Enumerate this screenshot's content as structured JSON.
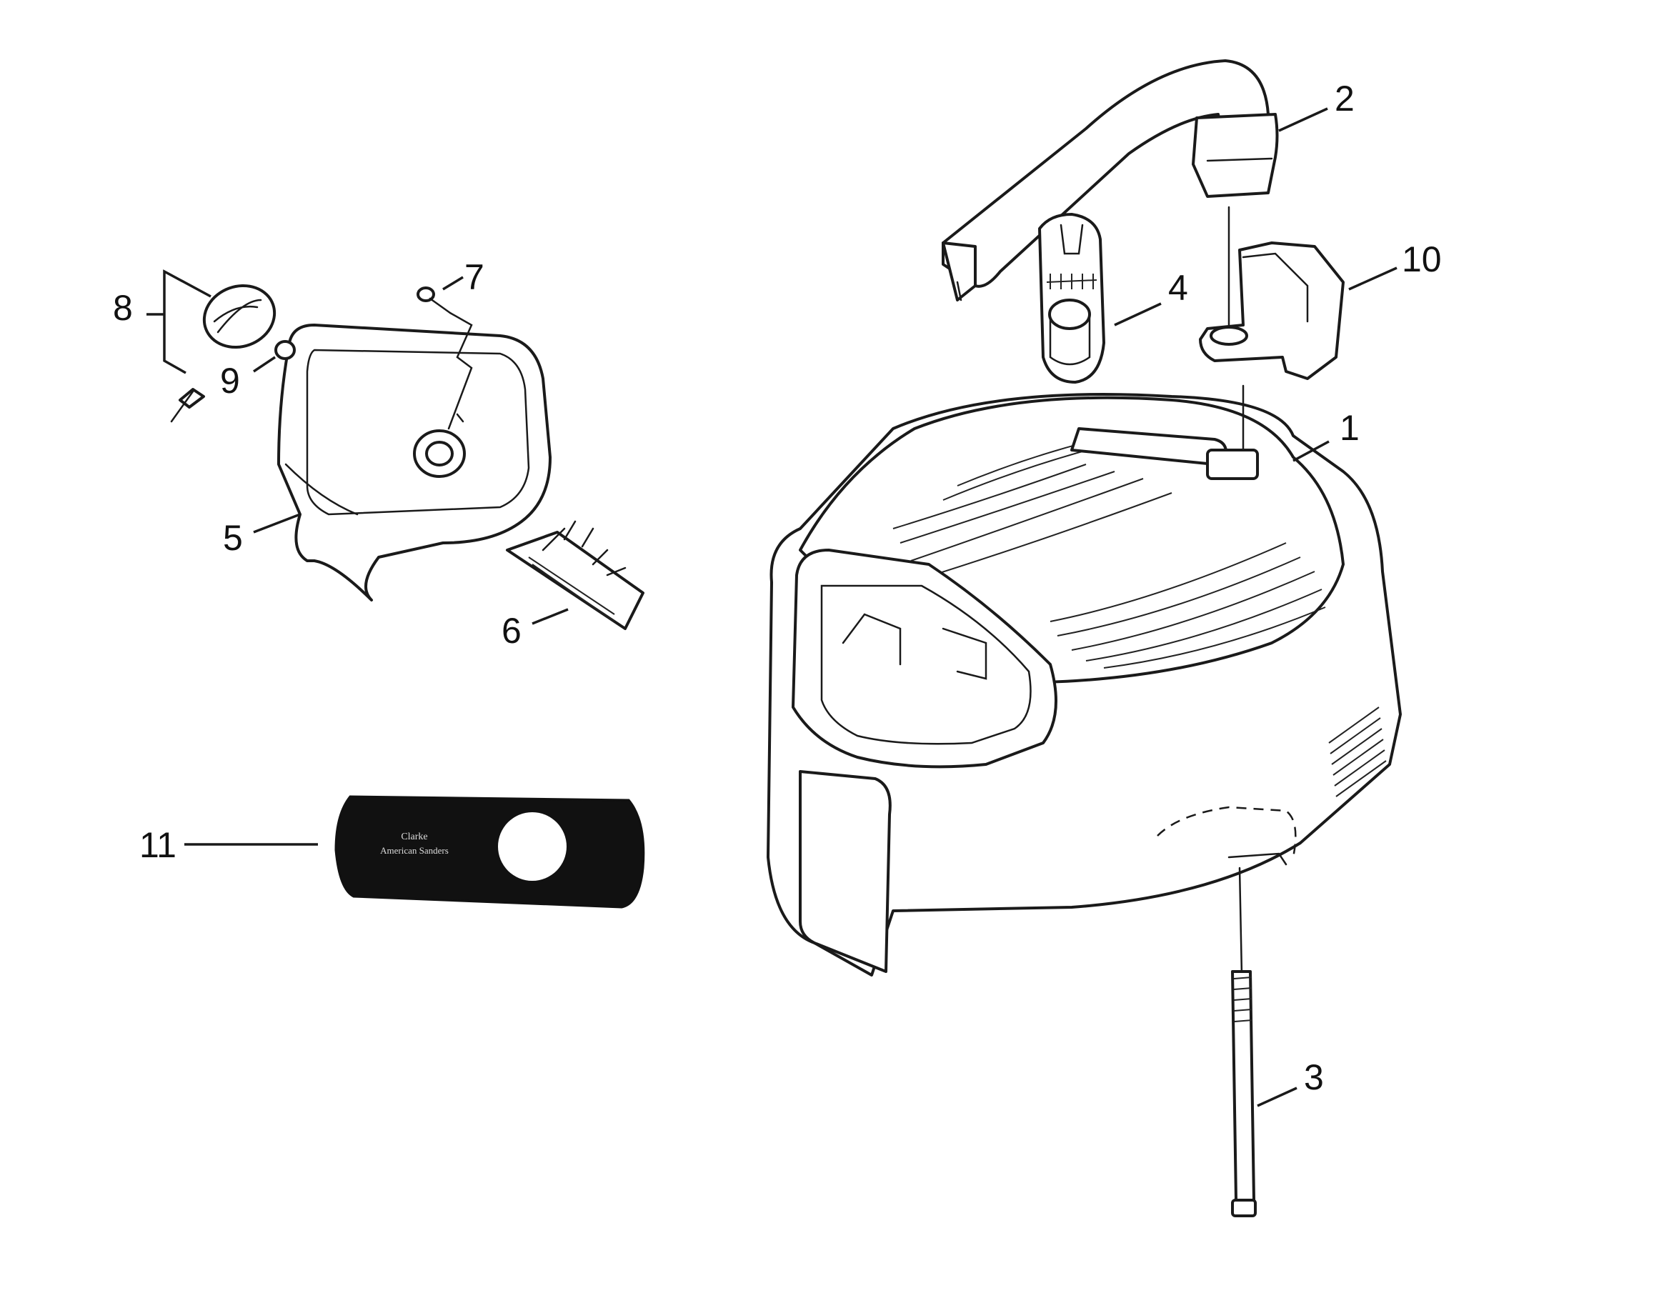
{
  "callouts": {
    "c1": "1",
    "c2": "2",
    "c3": "3",
    "c4": "4",
    "c5": "5",
    "c6": "6",
    "c7": "7",
    "c8": "8",
    "c9": "9",
    "c10": "10",
    "c11": "11"
  },
  "nameplate": {
    "line1": "Clarke",
    "line2": "American Sanders"
  },
  "colors": {
    "line": "#1a1a1a",
    "background": "#ffffff",
    "nameplate": "#111111"
  }
}
